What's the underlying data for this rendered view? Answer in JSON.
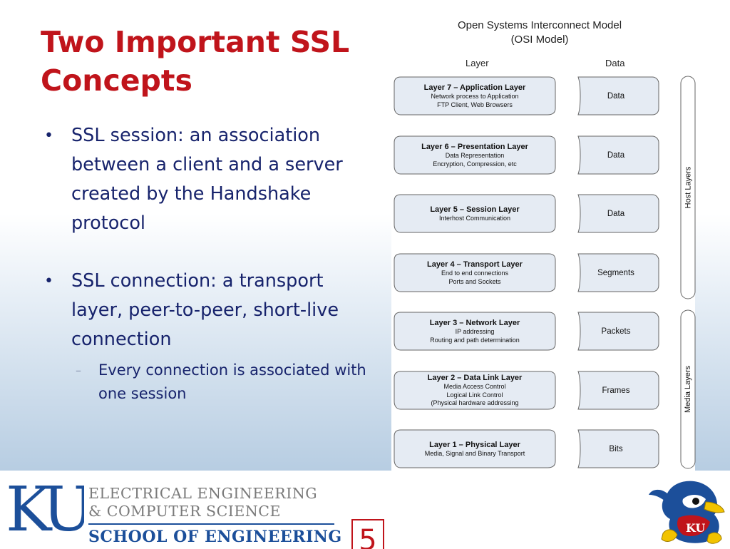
{
  "slide": {
    "title": "Two Important SSL Concepts",
    "bullets": [
      {
        "text": "SSL session: an association between a client and a server created by the Handshake protocol"
      },
      {
        "text": "SSL connection: a transport layer, peer-to-peer, short-live connection",
        "sub": "Every connection is associated with one session"
      }
    ],
    "bullet_marker": "•",
    "sub_marker": "–",
    "page_number": "5"
  },
  "osi": {
    "title_line1": "Open Systems Interconnect Model",
    "title_line2": "(OSI Model)",
    "col_layer": "Layer",
    "col_data": "Data",
    "layers": [
      {
        "name": "Layer 7 – Application Layer",
        "desc1": "Network process to Application",
        "desc2": "FTP Client, Web Browsers",
        "data": "Data"
      },
      {
        "name": "Layer 6 – Presentation Layer",
        "desc1": "Data Representation",
        "desc2": "Encryption, Compression, etc",
        "data": "Data"
      },
      {
        "name": "Layer 5 – Session Layer",
        "desc1": "Interhost Communication",
        "desc2": "",
        "data": "Data"
      },
      {
        "name": "Layer 4 – Transport Layer",
        "desc1": "End to end connections",
        "desc2": "Ports and Sockets",
        "data": "Segments"
      },
      {
        "name": "Layer 3 – Network Layer",
        "desc1": "IP addressing",
        "desc2": "Routing and path determination",
        "data": "Packets"
      },
      {
        "name": "Layer 2 – Data Link Layer",
        "desc1": "Media Access Control",
        "desc2": "Logical Link Control",
        "desc3": "(Physical hardware addressing",
        "data": "Frames"
      },
      {
        "name": "Layer 1 – Physical Layer",
        "desc1": "Media, Signal and Binary Transport",
        "desc2": "",
        "data": "Bits"
      }
    ],
    "host_layers_label": "Host Layers",
    "media_layers_label": "Media Layers",
    "box_fill": "#e5ebf3",
    "box_stroke": "#666666"
  },
  "footer": {
    "logo_text": "KU",
    "line1": "ELECTRICAL ENGINEERING",
    "line2": "& COMPUTER SCIENCE",
    "line3": "SCHOOL OF ENGINEERING",
    "mascot_icon": "jayhawk-mascot-icon",
    "colors": {
      "ku_blue": "#1c4f9a",
      "ku_red": "#c0141b",
      "ku_yellow": "#f2c300"
    }
  }
}
